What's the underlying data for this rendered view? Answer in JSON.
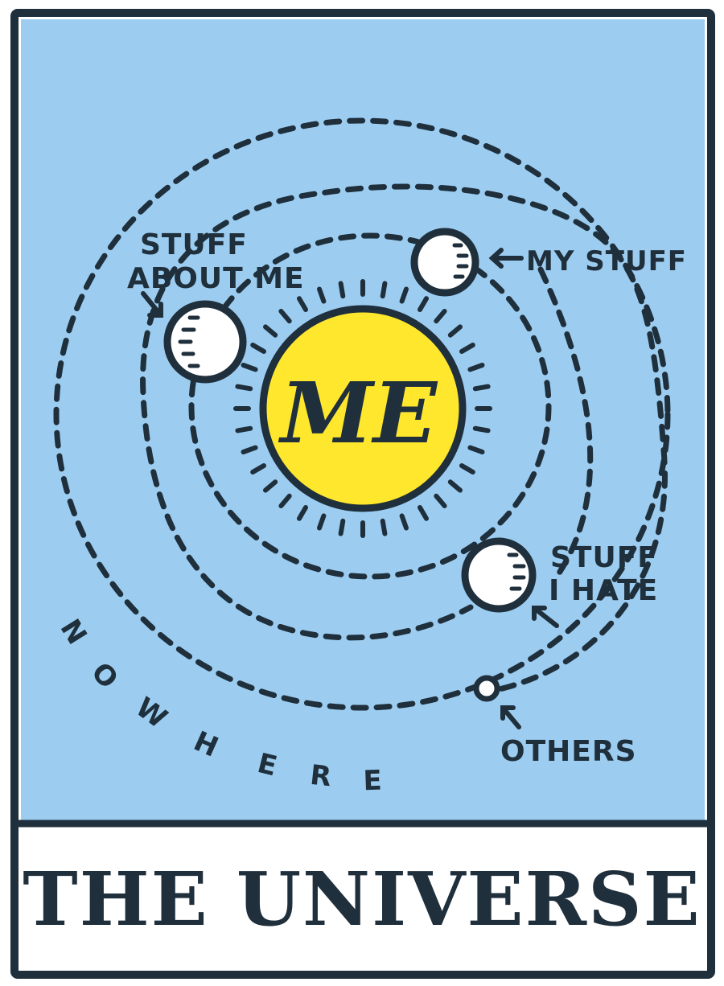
{
  "card": {
    "title": "THE UNIVERSE",
    "colors": {
      "sky": "#9ccdf0",
      "sun": "#ffe72e",
      "ink": "#1f2f3c",
      "planet": "#ffffff",
      "frame": "#ffffff"
    }
  },
  "diagram": {
    "center_label": "ME",
    "labels": {
      "stuff_about_me_line1": "STUFF",
      "stuff_about_me_line2": "ABOUT ME",
      "my_stuff": "MY STUFF",
      "stuff_i_hate_line1": "STUFF",
      "stuff_i_hate_line2": "I HATE",
      "others": "OTHERS",
      "nowhere": [
        "N",
        "O",
        "W",
        "H",
        "E",
        "R",
        "E"
      ]
    },
    "icons": {
      "sun": "sun-icon",
      "planet": "planet-icon",
      "arrow": "arrow-icon"
    }
  }
}
